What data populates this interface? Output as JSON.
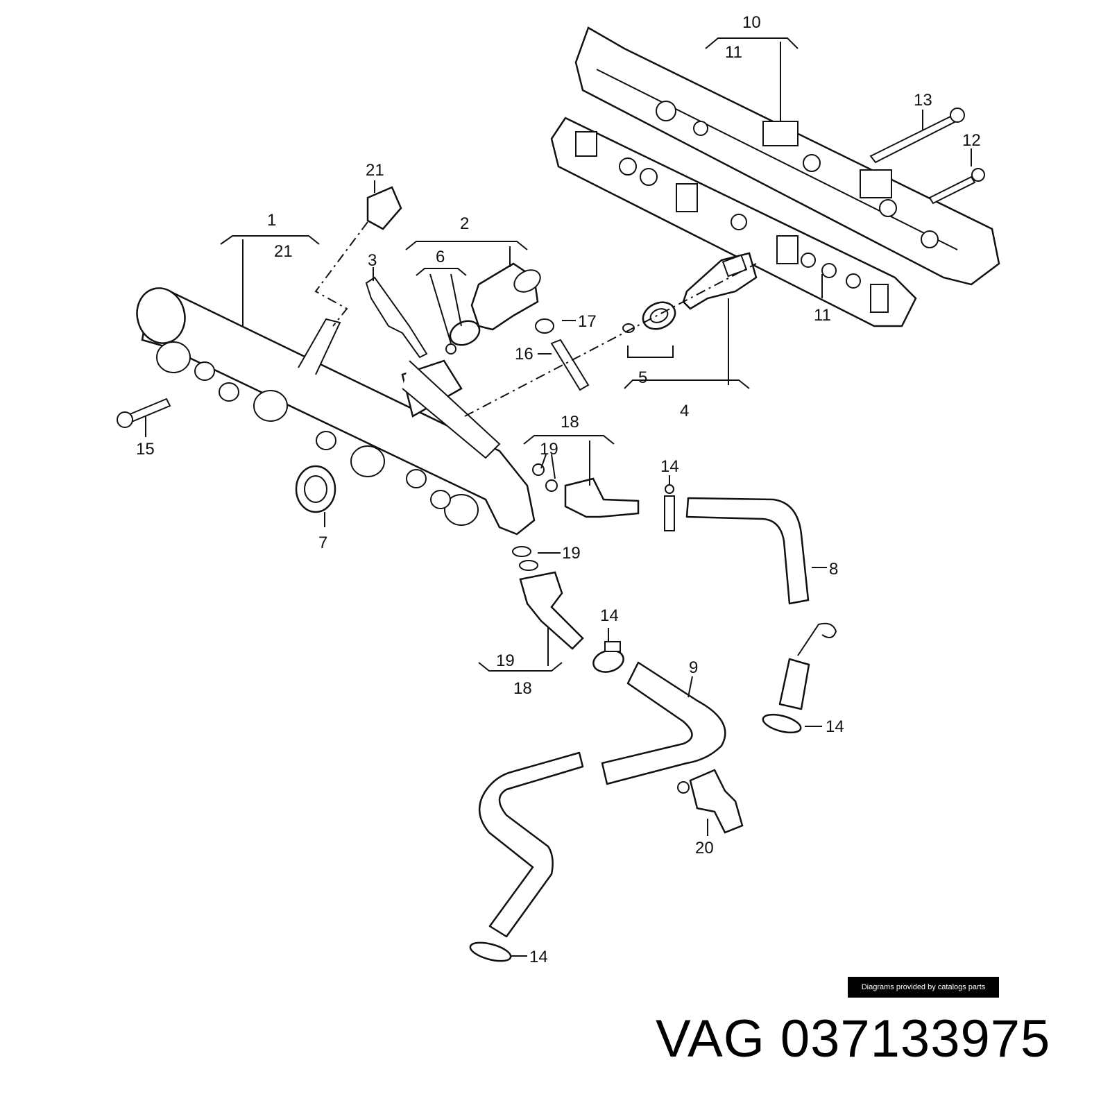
{
  "diagram": {
    "callouts": {
      "c1": "1",
      "c2": "2",
      "c3": "3",
      "c4": "4",
      "c5": "5",
      "c6": "6",
      "c7": "7",
      "c8": "8",
      "c9": "9",
      "c10": "10",
      "c11a": "11",
      "c11b": "11",
      "c12": "12",
      "c13": "13",
      "c14a": "14",
      "c14b": "14",
      "c14c": "14",
      "c14d": "14",
      "c15": "15",
      "c16": "16",
      "c17": "17",
      "c18a": "18",
      "c18b": "18",
      "c19a": "19",
      "c19b": "19",
      "c19c": "19",
      "c20": "20",
      "c21a": "21",
      "c21b": "21"
    }
  },
  "credit": {
    "text": "Diagrams provided by catalogs parts"
  },
  "title": {
    "brand": "VAG",
    "part_number": "037133975"
  }
}
